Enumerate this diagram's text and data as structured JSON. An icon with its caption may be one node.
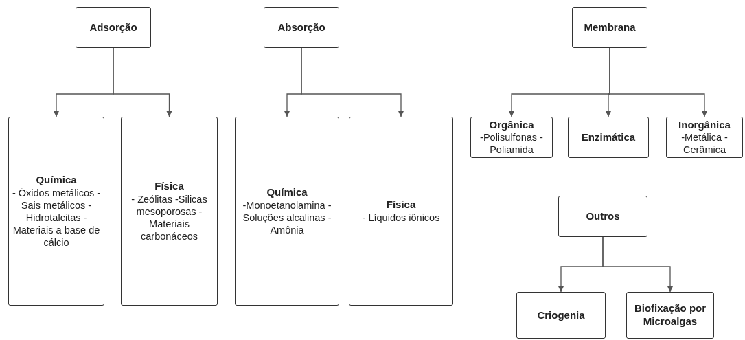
{
  "diagram": {
    "nodes": [
      {
        "text": [
          "Adsorção"
        ]
      },
      {
        "text": [
          "Química",
          "- Óxidos metálicos -Sais metálicos -Hidrotalcitas -Materiais a base de cálcio"
        ]
      },
      {
        "text": [
          "Física",
          "- Zeólitas -Silicas mesoporosas -Materiais carbonáceos"
        ]
      },
      {
        "text": [
          "Absorção"
        ]
      },
      {
        "text": [
          "Química",
          "-Monoetanolamina -Soluções alcalinas -Amônia"
        ]
      },
      {
        "text": [
          "Física",
          "- Líquidos iônicos"
        ]
      },
      {
        "text": [
          "Membrana"
        ]
      },
      {
        "text": [
          "Orgânica",
          "-Polisulfonas -Poliamida"
        ]
      },
      {
        "text": [
          "Enzimática"
        ]
      },
      {
        "text": [
          "Inorgânica",
          "-Metálica -Cerâmica"
        ]
      },
      {
        "text": [
          "Outros"
        ]
      },
      {
        "text": [
          "Criogenia"
        ]
      },
      {
        "text": [
          "Biofixação por Microalgas"
        ]
      }
    ],
    "edges": [
      {
        "from": 0,
        "to": 1,
        "arrow": "to"
      },
      {
        "from": 0,
        "to": 2,
        "arrow": "to"
      },
      {
        "from": 3,
        "to": 4,
        "arrow": "to"
      },
      {
        "from": 3,
        "to": 5,
        "arrow": "to"
      },
      {
        "from": 6,
        "to": 7,
        "arrow": "to"
      },
      {
        "from": 6,
        "to": 8,
        "arrow": "to"
      },
      {
        "from": 6,
        "to": 9,
        "arrow": "to"
      },
      {
        "from": 10,
        "to": 11,
        "arrow": "to"
      },
      {
        "from": 10,
        "to": 12,
        "arrow": "to"
      }
    ]
  }
}
